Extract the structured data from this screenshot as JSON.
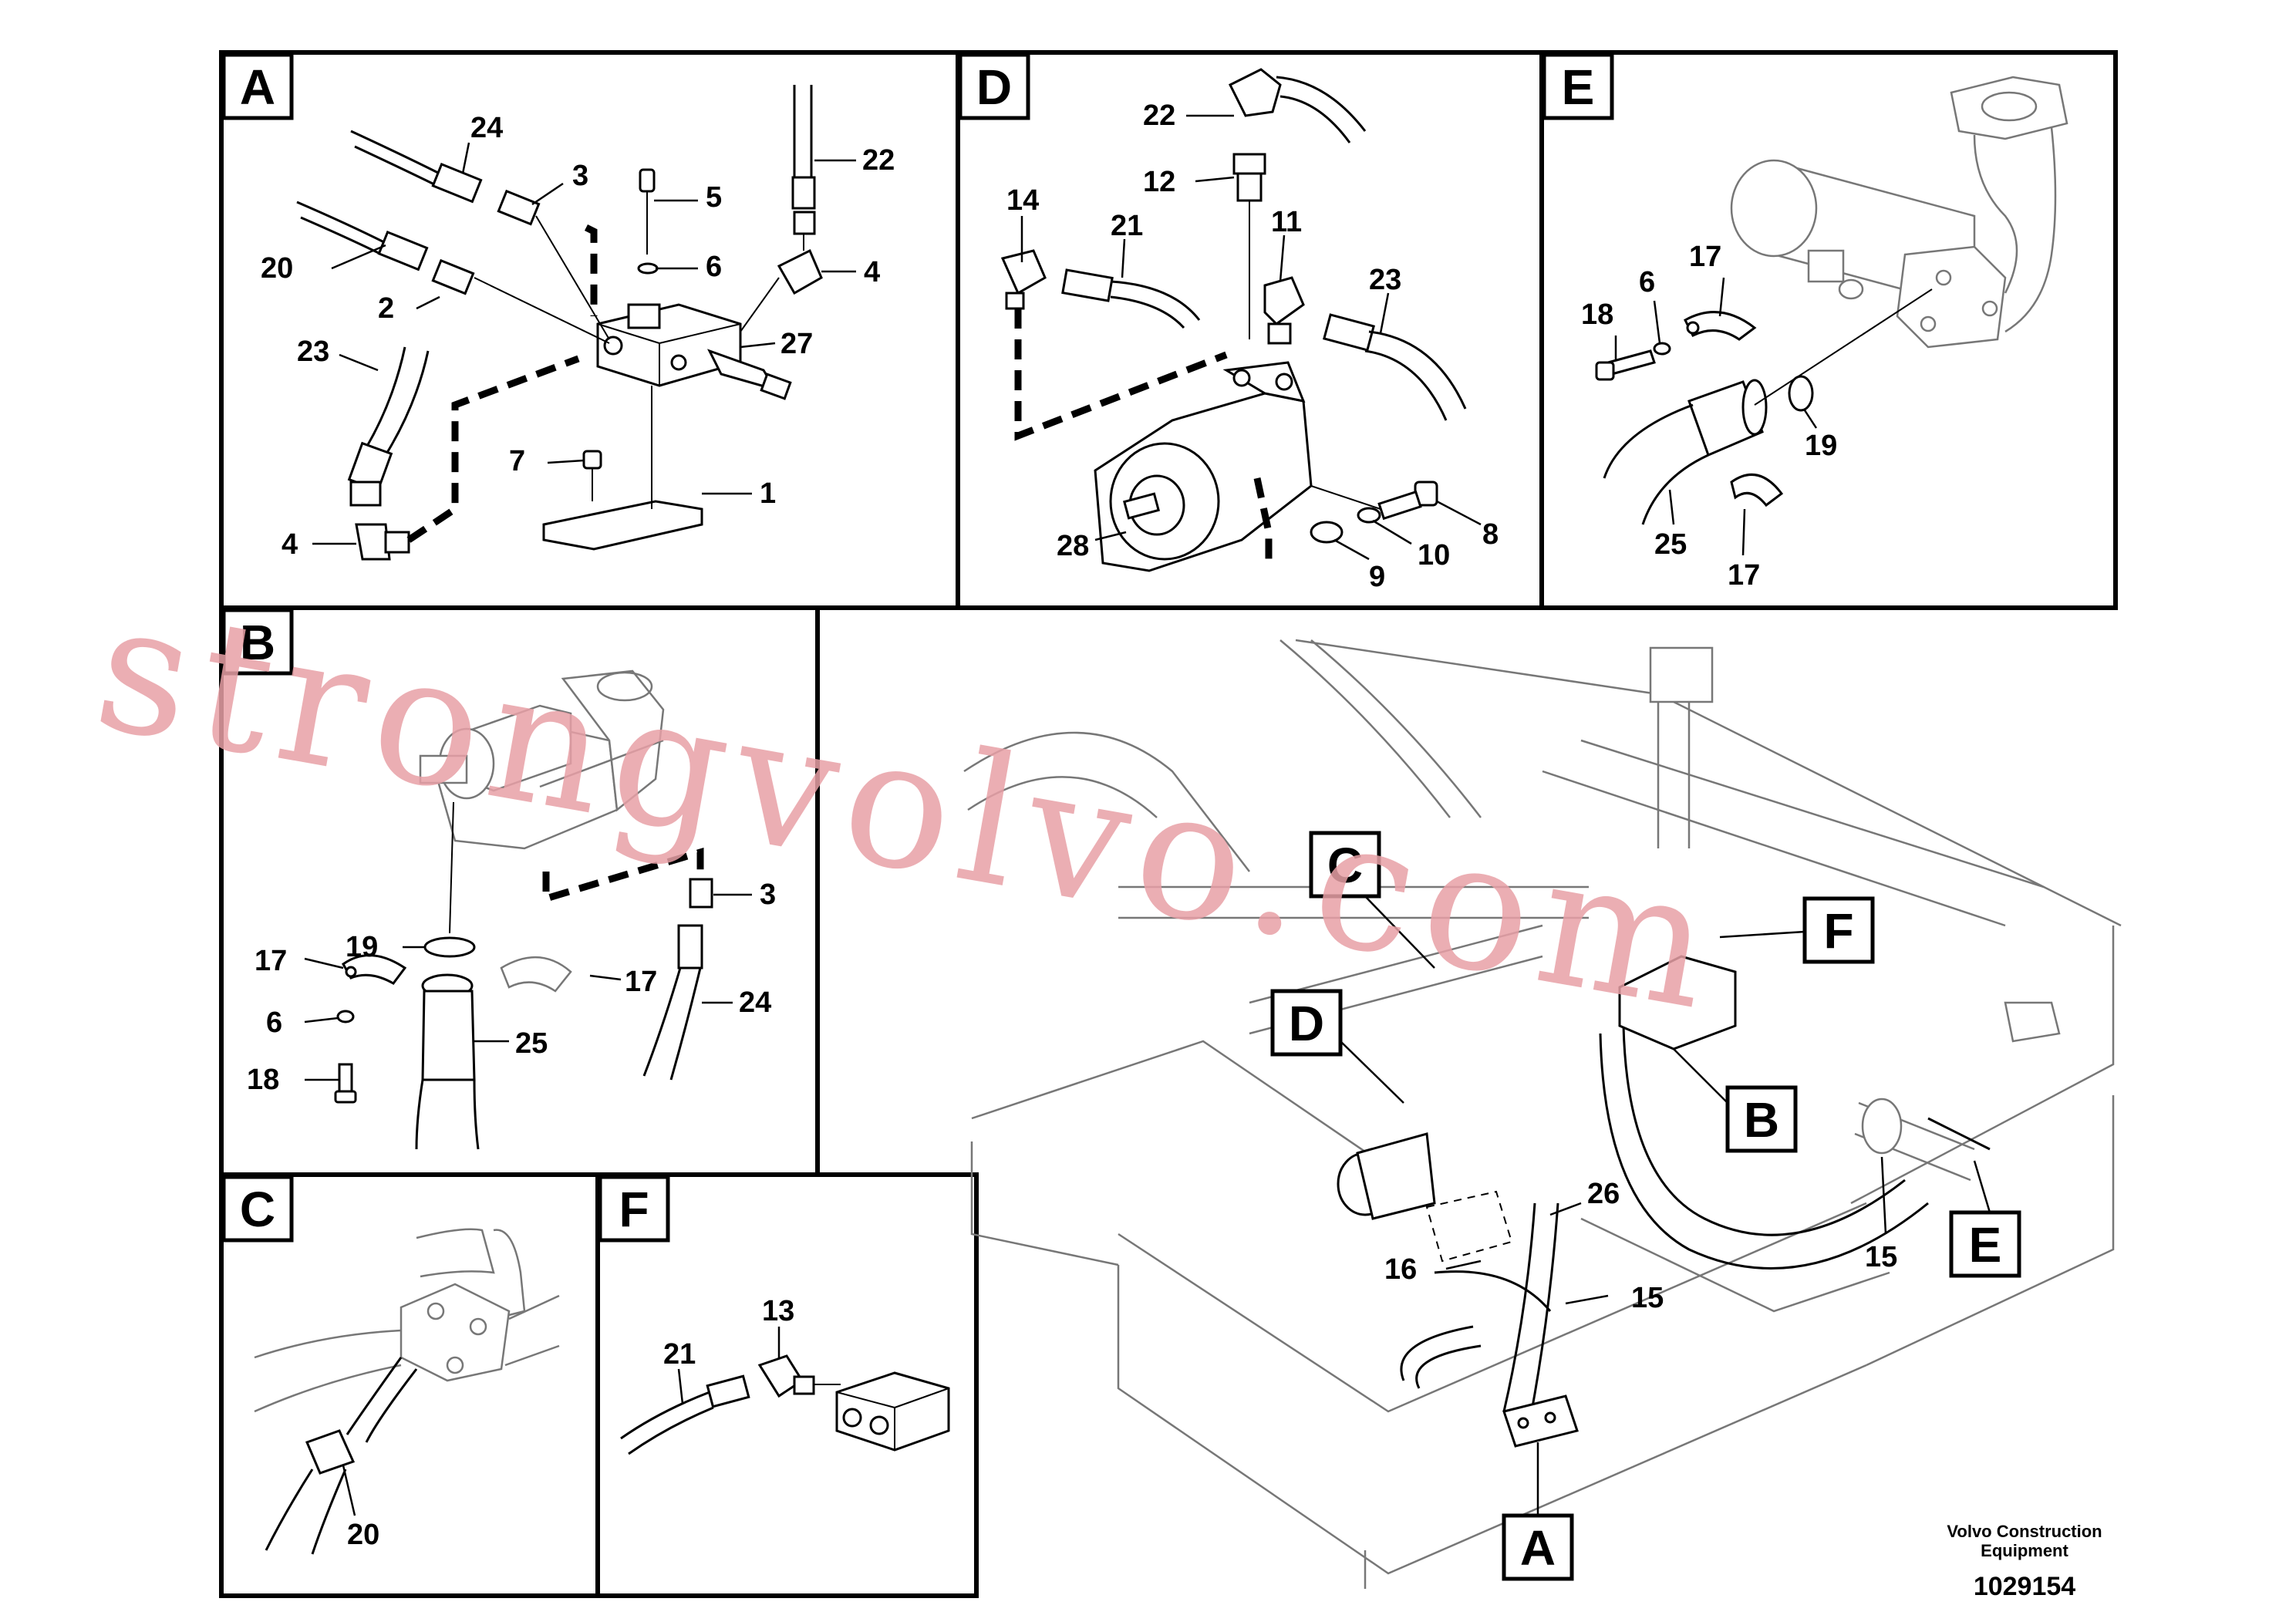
{
  "panels": {
    "A": {
      "label": "A",
      "parts": [
        "24",
        "3",
        "5",
        "22",
        "20",
        "6",
        "4",
        "2",
        "27",
        "23",
        "7",
        "1",
        "4"
      ]
    },
    "D": {
      "label": "D",
      "parts": [
        "22",
        "12",
        "14",
        "21",
        "11",
        "23",
        "28",
        "8",
        "10",
        "9"
      ]
    },
    "E": {
      "label": "E",
      "parts": [
        "17",
        "6",
        "18",
        "19",
        "25",
        "17"
      ]
    },
    "B": {
      "label": "B",
      "parts": [
        "19",
        "3",
        "17",
        "17",
        "24",
        "6",
        "25",
        "18"
      ]
    },
    "C": {
      "label": "C",
      "parts": [
        "20"
      ]
    },
    "F": {
      "label": "F",
      "parts": [
        "13",
        "21"
      ]
    }
  },
  "overview": {
    "callouts": [
      "C",
      "F",
      "D",
      "B",
      "E",
      "A"
    ],
    "parts": [
      "26",
      "16",
      "15",
      "15"
    ]
  },
  "caption": {
    "maker_line1": "Volvo Construction",
    "maker_line2": "Equipment",
    "doc_number": "1029154"
  },
  "watermark": "strongvolvo.com"
}
